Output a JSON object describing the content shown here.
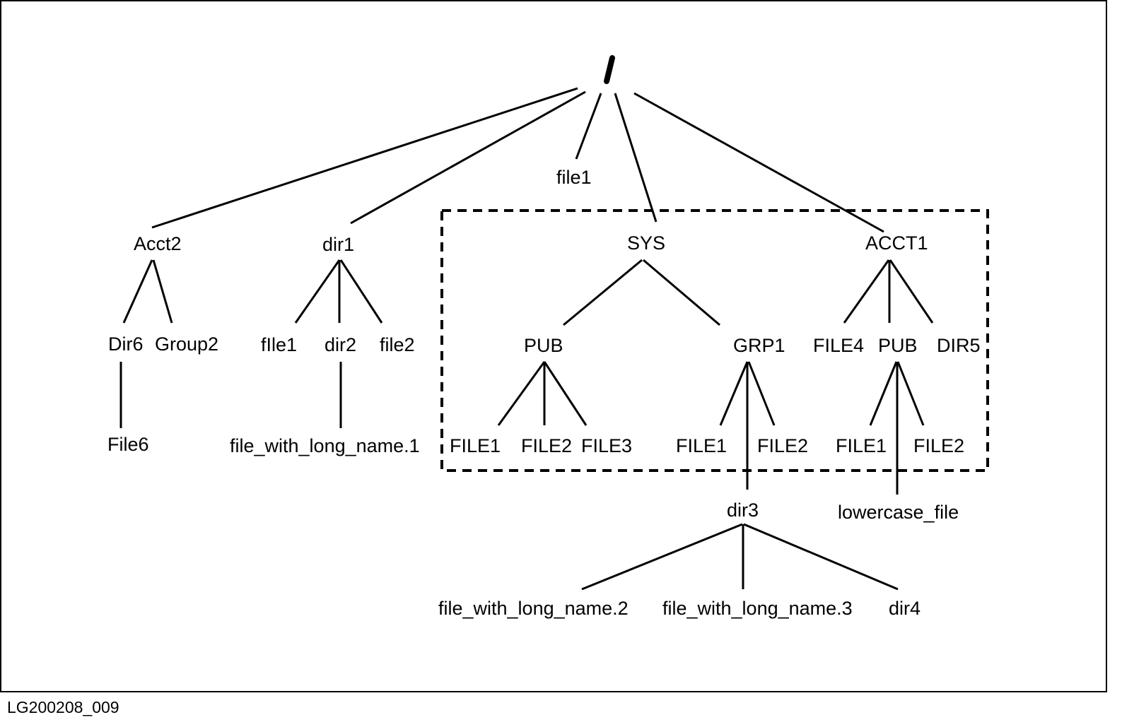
{
  "root": {
    "label": "/"
  },
  "nodes": {
    "file1_root": "file1",
    "acct2": "Acct2",
    "dir1": "dir1",
    "sys": "SYS",
    "acct1": "ACCT1",
    "dir6": "Dir6",
    "group2": "Group2",
    "dir1_file1": "fIle1",
    "dir2": "dir2",
    "dir1_file2": "file2",
    "sys_pub": "PUB",
    "grp1": "GRP1",
    "file4": "FILE4",
    "acct1_pub": "PUB",
    "dir5": "DIR5",
    "file6": "File6",
    "long_name_1": "file_with_long_name.1",
    "pub_file1": "FILE1",
    "pub_file2": "FILE2",
    "pub_file3": "FILE3",
    "grp1_file1": "FILE1",
    "grp1_file2": "FILE2",
    "acct1_pub_file1": "FILE1",
    "acct1_pub_file2": "FILE2",
    "dir3": "dir3",
    "lowercase_file": "lowercase_file",
    "long_name_2": "file_with_long_name.2",
    "long_name_3": "file_with_long_name.3",
    "dir4": "dir4"
  },
  "edges": [
    [
      "root",
      "acct2"
    ],
    [
      "root",
      "dir1"
    ],
    [
      "root",
      "file1_root"
    ],
    [
      "root",
      "sys"
    ],
    [
      "root",
      "acct1"
    ],
    [
      "acct2",
      "dir6"
    ],
    [
      "acct2",
      "group2"
    ],
    [
      "dir6",
      "file6"
    ],
    [
      "dir1",
      "dir1_file1"
    ],
    [
      "dir1",
      "dir2"
    ],
    [
      "dir1",
      "dir1_file2"
    ],
    [
      "dir2",
      "long_name_1"
    ],
    [
      "sys",
      "sys_pub"
    ],
    [
      "sys",
      "grp1"
    ],
    [
      "sys_pub",
      "pub_file1"
    ],
    [
      "sys_pub",
      "pub_file2"
    ],
    [
      "sys_pub",
      "pub_file3"
    ],
    [
      "grp1",
      "grp1_file1"
    ],
    [
      "grp1",
      "grp1_file2"
    ],
    [
      "grp1",
      "dir3"
    ],
    [
      "dir3",
      "long_name_2"
    ],
    [
      "dir3",
      "long_name_3"
    ],
    [
      "dir3",
      "dir4"
    ],
    [
      "acct1",
      "file4"
    ],
    [
      "acct1",
      "acct1_pub"
    ],
    [
      "acct1",
      "dir5"
    ],
    [
      "acct1_pub",
      "acct1_pub_file1"
    ],
    [
      "acct1_pub",
      "acct1_pub_file2"
    ],
    [
      "acct1_pub",
      "lowercase_file"
    ]
  ],
  "highlight_region": {
    "style": "dashed",
    "contains": [
      "sys",
      "acct1"
    ]
  },
  "figure_id": "LG200208_009"
}
